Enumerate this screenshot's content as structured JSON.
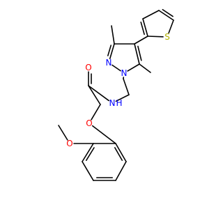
{
  "molecule": {
    "colors": {
      "bond": "#000000",
      "carbon": "#000000",
      "nitrogen": "#0000ff",
      "oxygen": "#ff0000",
      "sulfur": "#b2b200",
      "background": "#ffffff"
    },
    "atoms": {
      "methoxy_o": {
        "element": "O",
        "label": "O",
        "color": "oxygen"
      },
      "ether_o": {
        "element": "O",
        "label": "O",
        "color": "oxygen"
      },
      "carbonyl_o": {
        "element": "O",
        "label": "O",
        "color": "oxygen"
      },
      "amide_n": {
        "element": "N",
        "label": "N",
        "color": "nitrogen"
      },
      "amide_h": {
        "element": "H",
        "label": "H",
        "color": "nitrogen"
      },
      "pyrazole_n1": {
        "element": "N",
        "label": "N",
        "color": "nitrogen"
      },
      "pyrazole_n2": {
        "element": "N",
        "label": "N",
        "color": "nitrogen"
      },
      "thiophene_s": {
        "element": "S",
        "label": "S",
        "color": "sulfur"
      }
    }
  }
}
